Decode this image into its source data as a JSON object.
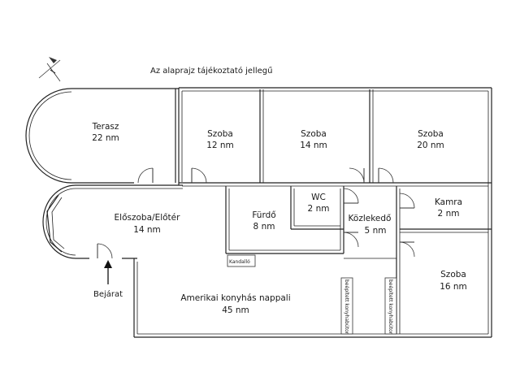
{
  "title_note": "Az alaprajz tájékoztató jellegű",
  "entrance_label": "Bejárat",
  "icons": {
    "compass": "north-arrow-icon",
    "entrance_arrow": "arrow-up-icon"
  },
  "rooms": {
    "terasz": {
      "name": "Terasz",
      "area": "22 nm"
    },
    "szoba1": {
      "name": "Szoba",
      "area": "12 nm"
    },
    "szoba2": {
      "name": "Szoba",
      "area": "14 nm"
    },
    "szoba3": {
      "name": "Szoba",
      "area": "20 nm"
    },
    "eloszoba": {
      "name": "Előszoba/Előtér",
      "area": "14 nm"
    },
    "furdo": {
      "name": "Fürdő",
      "area": "8 nm"
    },
    "wc": {
      "name": "WC",
      "area": "2 nm"
    },
    "kozlekedo": {
      "name": "Közlekedő",
      "area": "5 nm"
    },
    "kamra": {
      "name": "Kamra",
      "area": "2 nm"
    },
    "szoba4": {
      "name": "Szoba",
      "area": "16 nm"
    },
    "nappali": {
      "name": "Amerikai konyhás nappali",
      "area": "45 nm"
    }
  },
  "fixtures": {
    "kandallo": "Kandalló",
    "cabinet1": "beépített konyhabútor",
    "cabinet2": "beépített konyhabútor"
  }
}
